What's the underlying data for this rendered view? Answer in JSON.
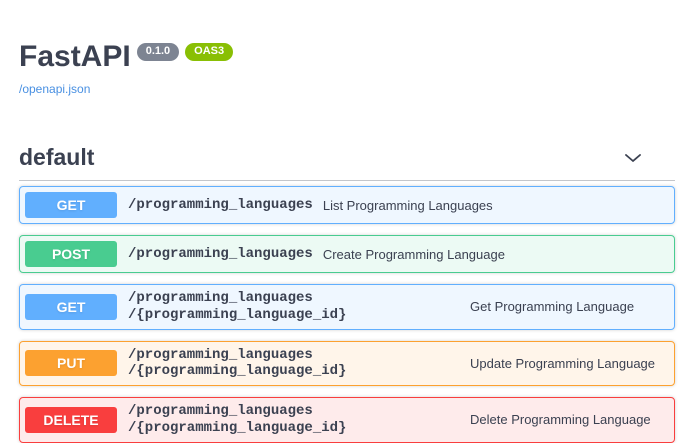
{
  "info": {
    "title": "FastAPI",
    "version": "0.1.0",
    "oas_badge": "OAS3",
    "spec_link": "/openapi.json"
  },
  "section": {
    "title": "default",
    "expanded": true,
    "chevron_icon": "chevron-down"
  },
  "endpoints": [
    {
      "method": "GET",
      "path_line1": "/programming_languages",
      "path_line2": "",
      "description": "List Programming Languages",
      "color": "#61affe"
    },
    {
      "method": "POST",
      "path_line1": "/programming_languages",
      "path_line2": "",
      "description": "Create Programming Language",
      "color": "#49cc90"
    },
    {
      "method": "GET",
      "path_line1": "/programming_languages",
      "path_line2": "/{programming_language_id}",
      "description": "Get Programming Language",
      "color": "#61affe"
    },
    {
      "method": "PUT",
      "path_line1": "/programming_languages",
      "path_line2": "/{programming_language_id}",
      "description": "Update Programming Language",
      "color": "#fca130"
    },
    {
      "method": "DELETE",
      "path_line1": "/programming_languages",
      "path_line2": "/{programming_language_id}",
      "description": "Delete Programming Language",
      "color": "#f93e3e"
    }
  ],
  "colors": {
    "text": "#3b4151",
    "link": "#4990e2",
    "version_badge_bg": "#7d8492",
    "oas_badge_bg": "#89bf04",
    "get": "#61affe",
    "post": "#49cc90",
    "put": "#fca130",
    "delete": "#f93e3e"
  }
}
